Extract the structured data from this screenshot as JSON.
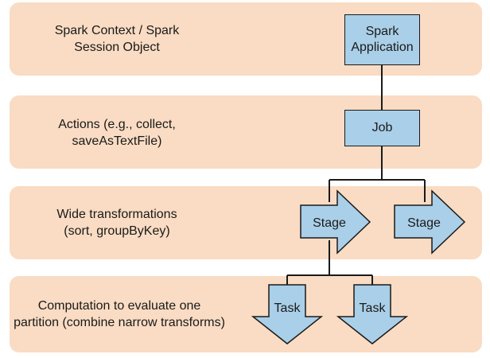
{
  "layers": [
    {
      "label": "Spark Context / Spark\nSession Object"
    },
    {
      "label": "Actions (e.g., collect,\nsaveAsTextFile)"
    },
    {
      "label": "Wide transformations\n(sort, groupByKey)"
    },
    {
      "label": "Computation to evaluate one\npartition (combine narrow transforms)"
    }
  ],
  "nodes": {
    "application": "Spark\nApplication",
    "job": "Job",
    "stage_1": "Stage",
    "stage_2": "Stage",
    "task_1": "Task",
    "task_2": "Task"
  },
  "colors": {
    "band": "#f9dcc3",
    "node_fill": "#aacfe8",
    "stroke": "#1a1a1a"
  }
}
